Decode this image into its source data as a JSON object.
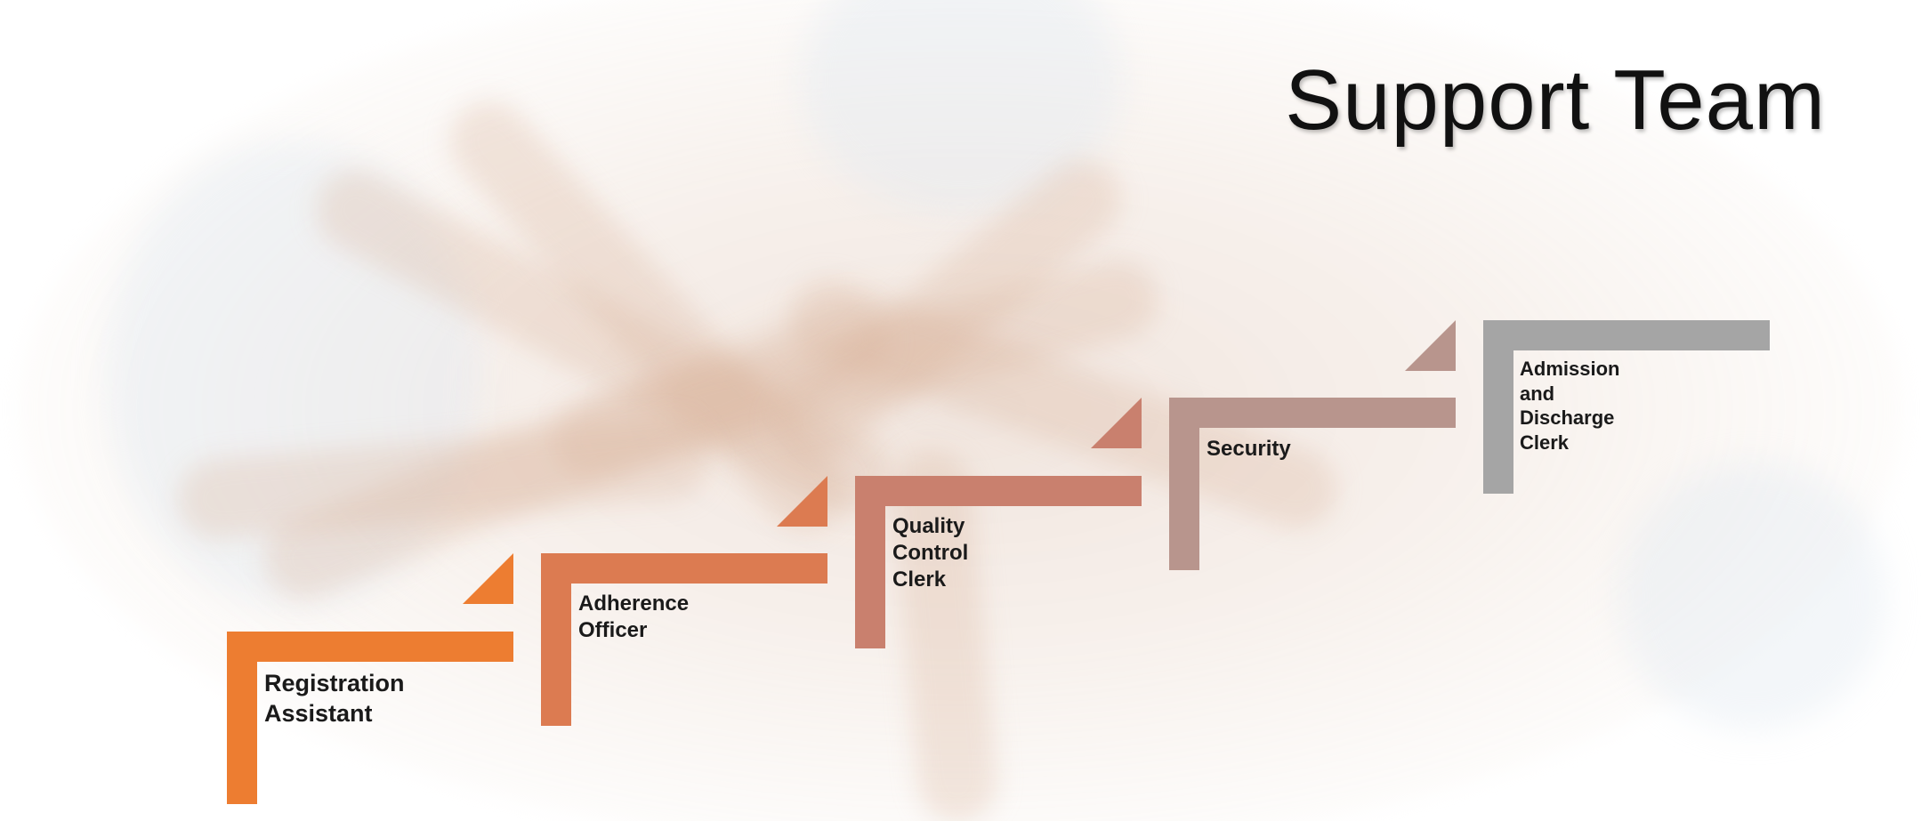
{
  "title": "Support Team",
  "steps": [
    {
      "label_line1": "Registration",
      "label_line2": "Assistant",
      "color": "#ED7D31"
    },
    {
      "label_line1": "Adherence Officer",
      "label_line2": "",
      "color": "#DC7B51"
    },
    {
      "label_line1": "Quality Control Clerk",
      "label_line2": "",
      "color": "#C9806E"
    },
    {
      "label_line1": "Security",
      "label_line2": "",
      "color": "#B8958D"
    },
    {
      "label_line1": "Admission and",
      "label_line2": "Discharge Clerk",
      "color": "#A5A5A5"
    }
  ]
}
